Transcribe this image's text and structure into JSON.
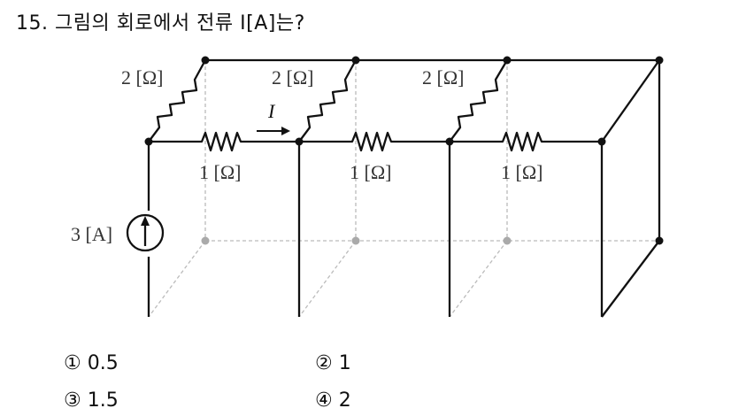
{
  "question": {
    "text": "15. 그림의 회로에서 전류 I[A]는?"
  },
  "circuit": {
    "source_label": "3 [A]",
    "diag_resistor_label": "2 [Ω]",
    "horiz_resistor_label": "1 [Ω]",
    "current_label": "I"
  },
  "choices": [
    {
      "text": "① 0.5"
    },
    {
      "text": "② 1"
    },
    {
      "text": "③ 1.5"
    },
    {
      "text": "④ 2"
    }
  ]
}
